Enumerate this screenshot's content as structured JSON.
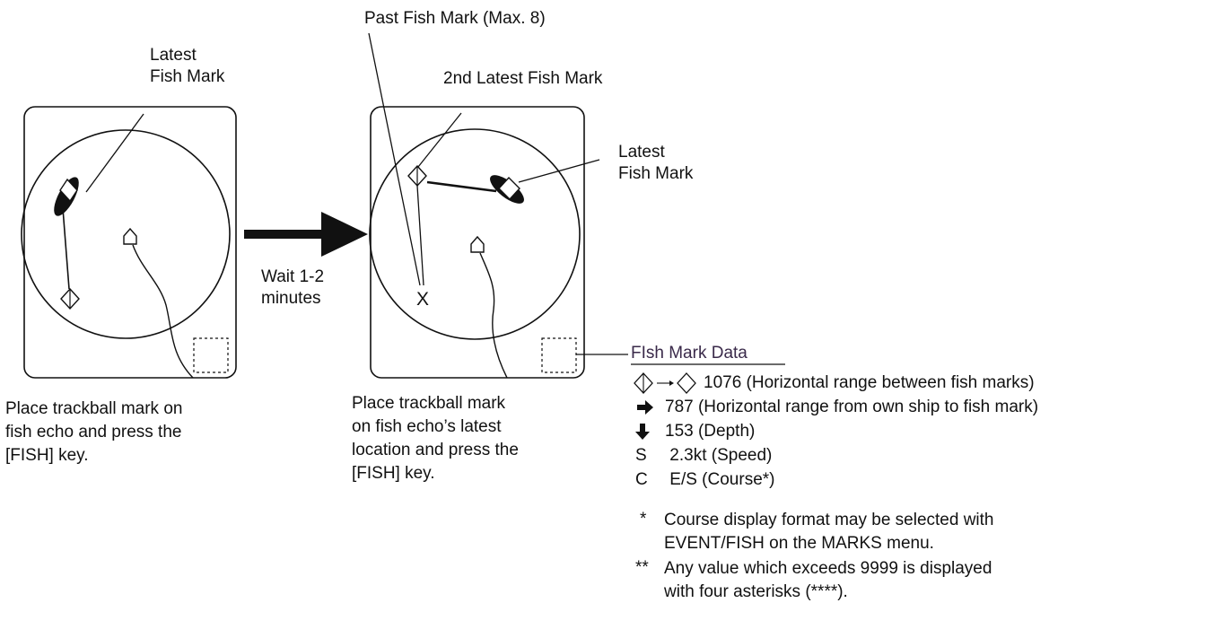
{
  "left_panel": {
    "label_latest": "Latest\nFish Mark",
    "caption": "Place trackball mark on\nfish echo and press the\n[FISH] key."
  },
  "arrow": {
    "label": "Wait 1-2\nminutes"
  },
  "right_panel": {
    "label_past": "Past Fish Mark (Max. 8)",
    "label_2nd": "2nd Latest Fish Mark",
    "label_latest": "Latest\nFish Mark",
    "past_mark": "X",
    "caption": "Place trackball mark\non fish echo’s latest\nlocation and press the\n[FISH] key."
  },
  "fish_mark_data": {
    "title": "FIsh Mark Data",
    "rows": [
      {
        "symbol": "→",
        "value": "1076 (Horizontal range between fish marks)"
      },
      {
        "symbol": "→",
        "value": "787 (Horizontal range from own ship to fish mark)"
      },
      {
        "symbol": "↓",
        "value": "153  (Depth)"
      },
      {
        "symbol": "S",
        "value": "2.3kt (Speed)"
      },
      {
        "symbol": "C",
        "value": "E/S (Course*)"
      }
    ],
    "notes": [
      {
        "mark": "*",
        "text": "Course display format may be selected with\nEVENT/FISH on the MARKS menu."
      },
      {
        "mark": "**",
        "text": "Any value which exceeds 9999 is displayed\nwith four asterisks (****)."
      }
    ]
  }
}
